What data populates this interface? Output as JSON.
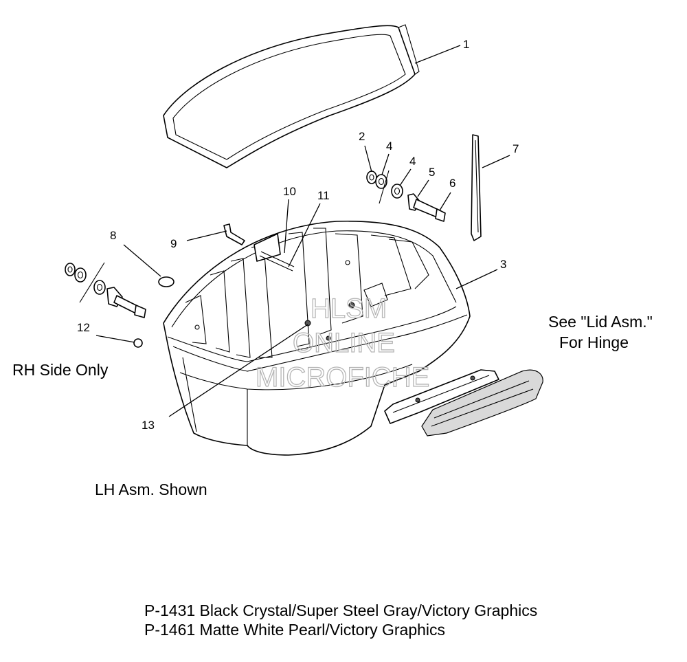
{
  "callouts": [
    "1",
    "2",
    "3",
    "4",
    "4",
    "5",
    "6",
    "7",
    "8",
    "9",
    "10",
    "11",
    "12",
    "13"
  ],
  "notes": {
    "see_lid": "See \"Lid Asm.\"",
    "for_hinge": "For Hinge",
    "rh_side_only": "RH Side Only",
    "lh_shown": "LH Asm. Shown"
  },
  "watermark": [
    "HLSM",
    "ONLINE",
    "MICROFICHE"
  ],
  "color_variants": [
    "P-1431 Black Crystal/Super Steel Gray/Victory Graphics",
    "P-1461 Matte White Pearl/Victory Graphics"
  ]
}
